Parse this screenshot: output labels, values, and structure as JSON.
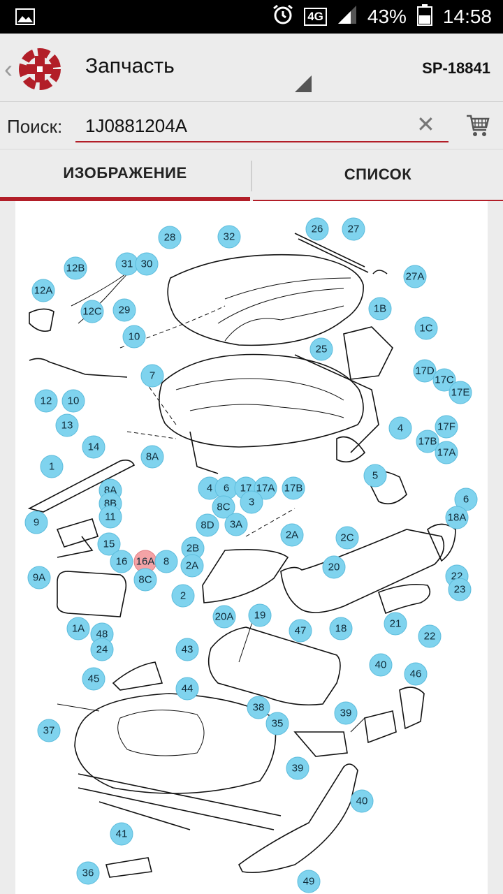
{
  "status_bar": {
    "network": "4G",
    "battery": "43%",
    "time": "14:58",
    "icons": [
      "image-icon",
      "alarm-icon",
      "signal-icon",
      "battery-icon"
    ]
  },
  "app_bar": {
    "title": "Запчасть",
    "code": "SP-18841",
    "brand_color": "#b21e28"
  },
  "search": {
    "label": "Поиск:",
    "value": "1J0881204A"
  },
  "tabs": [
    {
      "label": "ИЗОБРАЖЕНИЕ",
      "active": true
    },
    {
      "label": "СПИСОК",
      "active": false
    }
  ],
  "diagram": {
    "highlight_color": "#f4a3a6",
    "callout_color": "#7fd3ee",
    "active_callout": "16A",
    "callouts": [
      "28",
      "32",
      "26",
      "27",
      "12B",
      "31",
      "30",
      "27A",
      "12A",
      "12C",
      "29",
      "1B",
      "10",
      "1C",
      "25",
      "7",
      "17D",
      "17C",
      "17E",
      "12",
      "10",
      "13",
      "17F",
      "4",
      "17B",
      "14",
      "17A",
      "1",
      "8A",
      "4",
      "6",
      "17",
      "17A",
      "17B",
      "5",
      "6",
      "8A",
      "8B",
      "8C",
      "3",
      "18A",
      "11",
      "3A",
      "8D",
      "9",
      "2A",
      "2C",
      "15",
      "2B",
      "16",
      "16A",
      "8",
      "2A",
      "20",
      "9A",
      "8C",
      "22",
      "23",
      "2",
      "20A",
      "19",
      "18",
      "21",
      "1A",
      "48",
      "22",
      "24",
      "47",
      "43",
      "40",
      "46",
      "45",
      "44",
      "38",
      "39",
      "37",
      "35",
      "39",
      "40",
      "41",
      "36",
      "49",
      "39"
    ]
  }
}
